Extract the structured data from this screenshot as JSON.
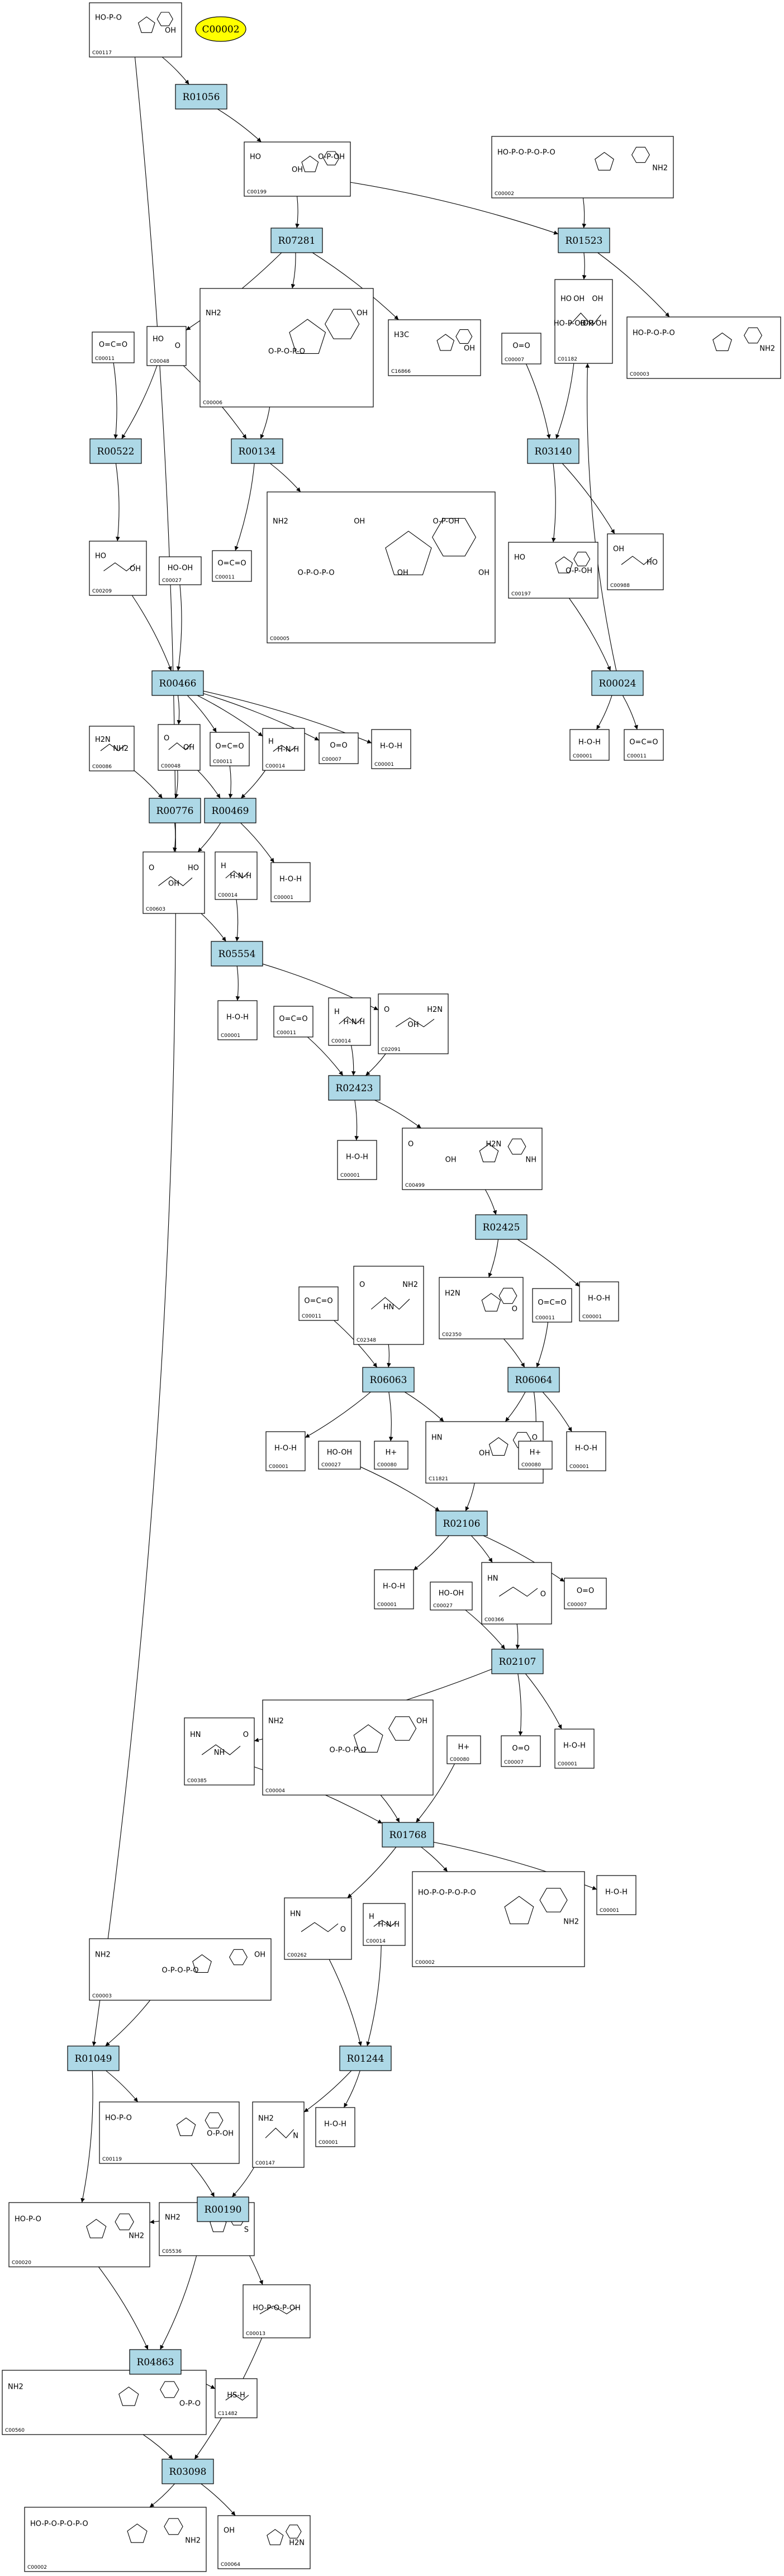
{
  "highlight": {
    "label": "C00002",
    "color": "#ffff00"
  },
  "colors": {
    "reaction_fill": "#add8e6",
    "compound_fill": "#ffffff",
    "highlight_fill": "#ffff00"
  },
  "reactions": [
    {
      "id": "R01056",
      "label": "R01056"
    },
    {
      "id": "R07281",
      "label": "R07281"
    },
    {
      "id": "R01523",
      "label": "R01523"
    },
    {
      "id": "R00522",
      "label": "R00522"
    },
    {
      "id": "R00134",
      "label": "R00134"
    },
    {
      "id": "R03140",
      "label": "R03140"
    },
    {
      "id": "R00024",
      "label": "R00024"
    },
    {
      "id": "R00466",
      "label": "R00466"
    },
    {
      "id": "R00776",
      "label": "R00776"
    },
    {
      "id": "R00469",
      "label": "R00469"
    },
    {
      "id": "R05554",
      "label": "R05554"
    },
    {
      "id": "R02423",
      "label": "R02423"
    },
    {
      "id": "R02425",
      "label": "R02425"
    },
    {
      "id": "R06063",
      "label": "R06063"
    },
    {
      "id": "R06064",
      "label": "R06064"
    },
    {
      "id": "R02106",
      "label": "R02106"
    },
    {
      "id": "R02107",
      "label": "R02107"
    },
    {
      "id": "R01768",
      "label": "R01768"
    },
    {
      "id": "R01049",
      "label": "R01049"
    },
    {
      "id": "R01244",
      "label": "R01244"
    },
    {
      "id": "R00190",
      "label": "R00190"
    },
    {
      "id": "R04863",
      "label": "R04863"
    },
    {
      "id": "R03098",
      "label": "R03098"
    }
  ],
  "compounds": [
    {
      "key": "c00117a",
      "label": "C00117",
      "frags": [
        "HO-P-O",
        "OH"
      ]
    },
    {
      "key": "c00199",
      "label": "C00199",
      "frags": [
        "HO",
        "OH",
        "O-P-OH"
      ]
    },
    {
      "key": "c00002top",
      "label": "C00002",
      "frags": [
        "HO-P-O-P-O-P-O",
        "NH2"
      ]
    },
    {
      "key": "c00011a",
      "label": "C00011",
      "frags": [
        "O=C=O"
      ]
    },
    {
      "key": "c00048",
      "label": "C00048",
      "frags": [
        "HO",
        "O"
      ]
    },
    {
      "key": "c00006",
      "label": "C00006",
      "frags": [
        "NH2",
        "O-P-O-P-O",
        "OH"
      ]
    },
    {
      "key": "c16866",
      "label": "C16866",
      "frags": [
        "H3C",
        "OH"
      ]
    },
    {
      "key": "c00007a",
      "label": "C00007",
      "frags": [
        "O=O"
      ]
    },
    {
      "key": "c01182",
      "label": "C01182",
      "frags": [
        "HO",
        "HO-P-OH",
        "OH",
        "OH",
        "OH",
        "O-P-OH"
      ]
    },
    {
      "key": "c00003",
      "label": "C00003",
      "frags": [
        "HO-P-O-P-O",
        "NH2"
      ]
    },
    {
      "key": "c00209",
      "label": "C00209",
      "frags": [
        "HO",
        "OH"
      ]
    },
    {
      "key": "c00011b",
      "label": "C00011",
      "frags": [
        "O=C=O"
      ]
    },
    {
      "key": "c00027a",
      "label": "C00027",
      "frags": [
        "HO-OH"
      ]
    },
    {
      "key": "c00005",
      "label": "C00005",
      "frags": [
        "NH2",
        "O-P-O-P-O",
        "OH",
        "OH",
        "O-P-OH",
        "OH"
      ]
    },
    {
      "key": "c00197",
      "label": "C00197",
      "frags": [
        "HO",
        "O-P-OH"
      ]
    },
    {
      "key": "c00988",
      "label": "C00988",
      "frags": [
        "OH",
        "HO"
      ]
    },
    {
      "key": "c00001a",
      "label": "C00001",
      "frags": [
        "H-O-H"
      ]
    },
    {
      "key": "c00011c",
      "label": "C00011",
      "frags": [
        "O=C=O"
      ]
    },
    {
      "key": "c00086",
      "label": "C00086",
      "frags": [
        "H2N",
        "NH2"
      ]
    },
    {
      "key": "c00048b",
      "label": "C00048",
      "frags": [
        "O",
        "OH"
      ]
    },
    {
      "key": "c00011d",
      "label": "C00011",
      "frags": [
        "O=C=O"
      ]
    },
    {
      "key": "c00014a",
      "label": "C00014",
      "frags": [
        "H",
        "H-N-H"
      ]
    },
    {
      "key": "c00007b",
      "label": "C00007",
      "frags": [
        "O=O"
      ]
    },
    {
      "key": "c00001b",
      "label": "C00001",
      "frags": [
        "H-O-H"
      ]
    },
    {
      "key": "c00001c",
      "label": "C00001",
      "frags": [
        "H-O-H"
      ]
    },
    {
      "key": "c00603",
      "label": "C00603",
      "frags": [
        "O",
        "OH",
        "HO"
      ]
    },
    {
      "key": "c00014b",
      "label": "C00014",
      "frags": [
        "H",
        "H-N-H"
      ]
    },
    {
      "key": "c00001d",
      "label": "C00001",
      "frags": [
        "H-O-H"
      ]
    },
    {
      "key": "c00001e",
      "label": "C00001",
      "frags": [
        "H-O-H"
      ]
    },
    {
      "key": "c00011e",
      "label": "C00011",
      "frags": [
        "O=C=O"
      ]
    },
    {
      "key": "c00014c",
      "label": "C00014",
      "frags": [
        "H",
        "H-N-H"
      ]
    },
    {
      "key": "c02091",
      "label": "C02091",
      "frags": [
        "O",
        "OH",
        "H2N"
      ]
    },
    {
      "key": "c00001f",
      "label": "C00001",
      "frags": [
        "H-O-H"
      ]
    },
    {
      "key": "c00499",
      "label": "C00499",
      "frags": [
        "O",
        "OH",
        "H2N",
        "NH"
      ]
    },
    {
      "key": "c00011f",
      "label": "C00011",
      "frags": [
        "O=C=O"
      ]
    },
    {
      "key": "c02348",
      "label": "C02348",
      "frags": [
        "O",
        "HN",
        "NH2"
      ]
    },
    {
      "key": "c02350",
      "label": "C02350",
      "frags": [
        "H2N",
        "O"
      ]
    },
    {
      "key": "c00011g",
      "label": "C00011",
      "frags": [
        "O=C=O"
      ]
    },
    {
      "key": "c00001g",
      "label": "C00001",
      "frags": [
        "H-O-H"
      ]
    },
    {
      "key": "c00001h",
      "label": "C00001",
      "frags": [
        "H-O-H"
      ]
    },
    {
      "key": "c00027b",
      "label": "C00027",
      "frags": [
        "HO-OH"
      ]
    },
    {
      "key": "c00080a",
      "label": "C00080",
      "frags": [
        "H+"
      ]
    },
    {
      "key": "c11821",
      "label": "C11821",
      "frags": [
        "HN",
        "OH",
        "O"
      ]
    },
    {
      "key": "c00080b",
      "label": "C00080",
      "frags": [
        "H+"
      ]
    },
    {
      "key": "c00001i",
      "label": "C00001",
      "frags": [
        "H-O-H"
      ]
    },
    {
      "key": "c00001j",
      "label": "C00001",
      "frags": [
        "H-O-H"
      ]
    },
    {
      "key": "c00027c",
      "label": "C00027",
      "frags": [
        "HO-OH"
      ]
    },
    {
      "key": "c00366",
      "label": "C00366",
      "frags": [
        "HN",
        "O"
      ]
    },
    {
      "key": "c00007c",
      "label": "C00007",
      "frags": [
        "O=O"
      ]
    },
    {
      "key": "c00385",
      "label": "C00385",
      "frags": [
        "HN",
        "NH",
        "O"
      ]
    },
    {
      "key": "c00004",
      "label": "C00004",
      "frags": [
        "NH2",
        "O-P-O-P-O",
        "OH"
      ]
    },
    {
      "key": "c00080c",
      "label": "C00080",
      "frags": [
        "H+"
      ]
    },
    {
      "key": "c00007d",
      "label": "C00007",
      "frags": [
        "O=O"
      ]
    },
    {
      "key": "c00001k",
      "label": "C00001",
      "frags": [
        "H-O-H"
      ]
    },
    {
      "key": "c00002mid",
      "label": "C00002",
      "frags": [
        "HO-P-O-P-O-P-O",
        "NH2"
      ]
    },
    {
      "key": "c00262",
      "label": "C00262",
      "frags": [
        "HN",
        "O"
      ]
    },
    {
      "key": "c00014d",
      "label": "C00014",
      "frags": [
        "H",
        "H-N-H"
      ]
    },
    {
      "key": "c00003b",
      "label": "C00003",
      "frags": [
        "NH2",
        "O-P-O-P-O",
        "OH"
      ]
    },
    {
      "key": "c00001l",
      "label": "C00001",
      "frags": [
        "H-O-H"
      ]
    },
    {
      "key": "c00119",
      "label": "C00119",
      "frags": [
        "HO-P-O",
        "O-P-OH"
      ]
    },
    {
      "key": "c00147",
      "label": "C00147",
      "frags": [
        "NH2",
        "N"
      ]
    },
    {
      "key": "c00001m",
      "label": "C00001",
      "frags": [
        "H-O-H"
      ]
    },
    {
      "key": "c00020",
      "label": "C00020",
      "frags": [
        "HO-P-O",
        "NH2"
      ]
    },
    {
      "key": "c05536",
      "label": "C05536",
      "frags": [
        "NH2",
        "S"
      ]
    },
    {
      "key": "c00013",
      "label": "C00013",
      "frags": [
        "HO-P-O-P-OH"
      ]
    },
    {
      "key": "c00560",
      "label": "C00560",
      "frags": [
        "NH2",
        "O-P-O"
      ]
    },
    {
      "key": "c11482",
      "label": "C11482",
      "frags": [
        "HS-H"
      ]
    },
    {
      "key": "c00002bot",
      "label": "C00002",
      "frags": [
        "HO-P-O-P-O-P-O",
        "NH2"
      ]
    },
    {
      "key": "c00064",
      "label": "C00064",
      "frags": [
        "OH",
        "H2N"
      ]
    }
  ]
}
